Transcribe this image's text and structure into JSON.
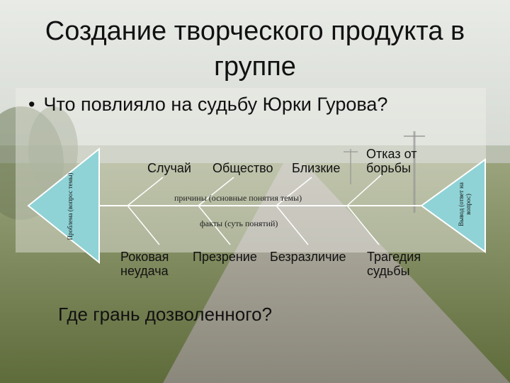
{
  "slide": {
    "title_line1": "Создание творческого продукта в",
    "title_line2": "группе",
    "bullet": "Что повлияло на судьбу Юрки Гурова?",
    "question": "Где грань дозволенного?"
  },
  "diagram": {
    "head_left_text": "Проблема (вопрос темы)",
    "head_right_text": "Вывод (ответ на вопрос)",
    "top_labels": [
      "Случай",
      "Общество",
      "Близкие"
    ],
    "top_right_label": "Отказ от борьбы",
    "causes_label": "причины (основные понятия темы)",
    "facts_label": "факты (суть понятий)",
    "bottom_labels": [
      "Роковая неудача",
      "Презрение",
      "Безразличие"
    ],
    "bottom_right_label": "Трагедия судьбы"
  },
  "colors": {
    "head_fill": "#8fd3d6",
    "line_color": "#ffffff",
    "sky": "#d7dad3",
    "field": "#7f8c5c",
    "road": "#9a9688"
  }
}
